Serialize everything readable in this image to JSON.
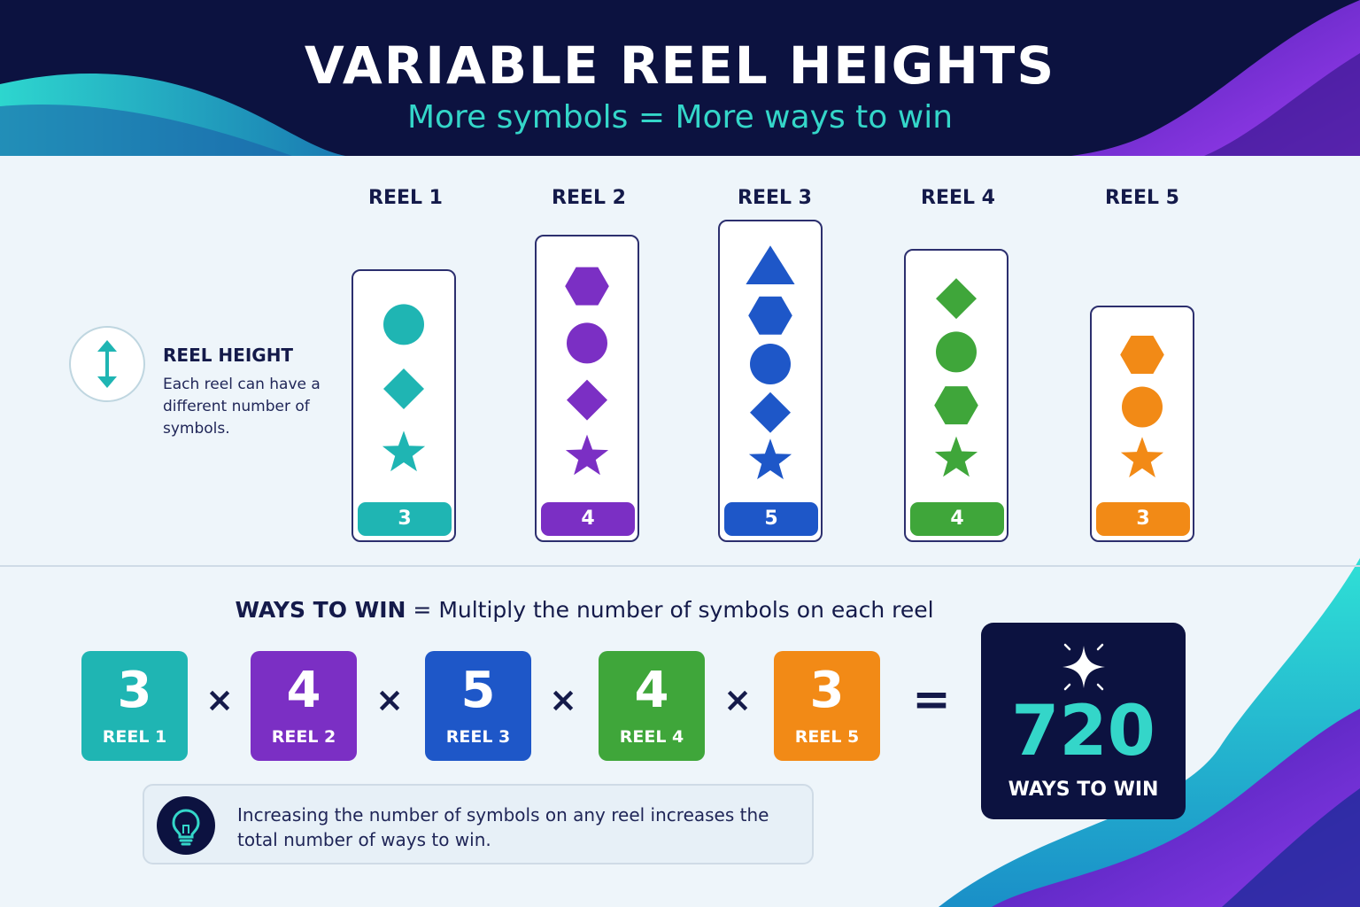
{
  "header": {
    "title": "VARIABLE REEL HEIGHTS",
    "subtitle": "More symbols = More ways to win"
  },
  "reel_height_note": {
    "icon": "vertical-arrows-icon",
    "title": "REEL HEIGHT",
    "description": "Each reel can have a different number of symbols."
  },
  "reels": [
    {
      "label": "REEL 1",
      "count": "3",
      "color": "#1fb5b3",
      "symbols": [
        "circle",
        "diamond",
        "star"
      ]
    },
    {
      "label": "REEL 2",
      "count": "4",
      "color": "#7b2fc4",
      "symbols": [
        "hexagon",
        "circle",
        "diamond",
        "star"
      ]
    },
    {
      "label": "REEL 3",
      "count": "5",
      "color": "#1e57c8",
      "symbols": [
        "triangle",
        "hexagon",
        "circle",
        "diamond",
        "star"
      ]
    },
    {
      "label": "REEL 4",
      "count": "4",
      "color": "#3fa63a",
      "symbols": [
        "diamond",
        "circle",
        "hexagon",
        "star"
      ]
    },
    {
      "label": "REEL 5",
      "count": "3",
      "color": "#f28a16",
      "symbols": [
        "hexagon",
        "circle",
        "star"
      ]
    }
  ],
  "formula": {
    "title_bold": "WAYS TO WIN",
    "title_rest": " = Multiply the number of symbols on each reel",
    "multiply_sign": "×",
    "equals_sign": "=",
    "result_value": "720",
    "result_label": "WAYS TO WIN",
    "result_icon": "sparkle-icon"
  },
  "tip": {
    "icon": "lightbulb-icon",
    "text": "Increasing the number of symbols on any reel increases the total number of ways to win."
  }
}
